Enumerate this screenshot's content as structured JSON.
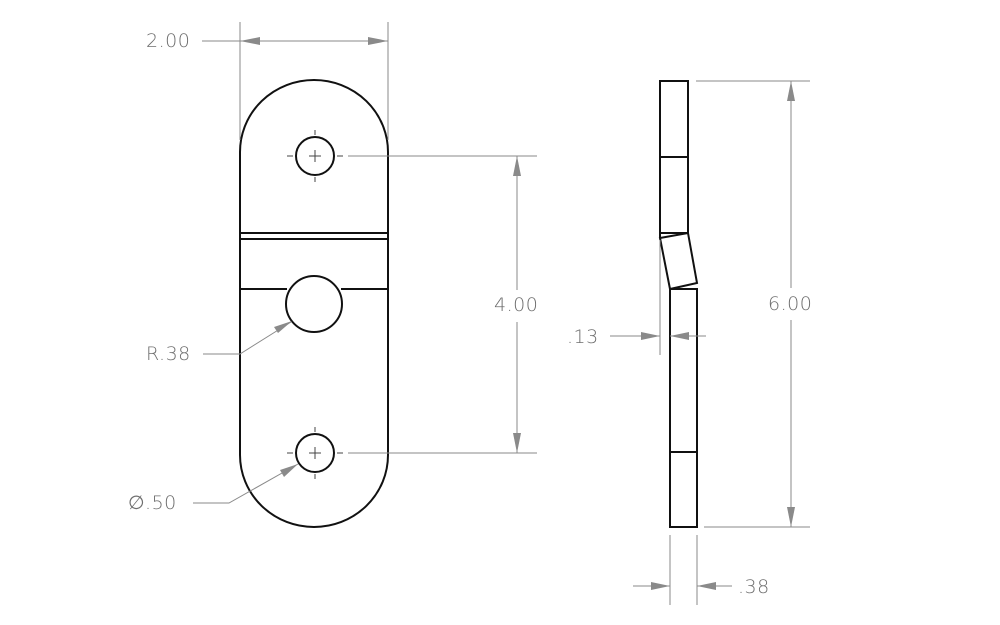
{
  "drawing": {
    "type": "engineering drawing",
    "subject": "bent flat bracket with two mounting holes",
    "views": [
      "front view",
      "side view"
    ],
    "colors": {
      "part_outline": "#111111",
      "dimension_lines": "#8a8a8a",
      "dimension_text": "#6e6e6e",
      "background": "#ffffff"
    }
  },
  "front_view": {
    "dimensions": {
      "width": "2.00",
      "hole_spacing": "4.00",
      "center_radius": "R.38",
      "hole_diameter": "∅.50"
    }
  },
  "side_view": {
    "dimensions": {
      "overall_height": "6.00",
      "offset": ".13",
      "thickness": ".38"
    }
  }
}
